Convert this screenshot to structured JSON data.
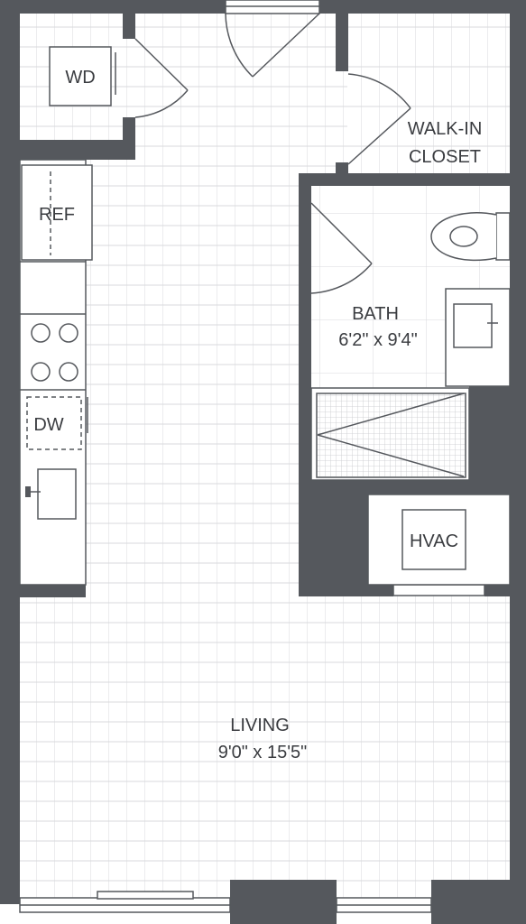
{
  "floorplan": {
    "colors": {
      "wall": "#55585d",
      "floor_line": "#d9dadc",
      "fixture": "#55585d",
      "background": "#ffffff"
    },
    "rooms": {
      "living": {
        "name": "LIVING",
        "dims": "9'0\" x 15'5\""
      },
      "bath": {
        "name": "BATH",
        "dims": "6'2\" x 9'4\""
      },
      "closet": {
        "line1": "WALK-IN",
        "line2": "CLOSET"
      }
    },
    "appliances": {
      "washer_dryer": "WD",
      "refrigerator": "REF",
      "dishwasher": "DW",
      "hvac": "HVAC"
    }
  }
}
